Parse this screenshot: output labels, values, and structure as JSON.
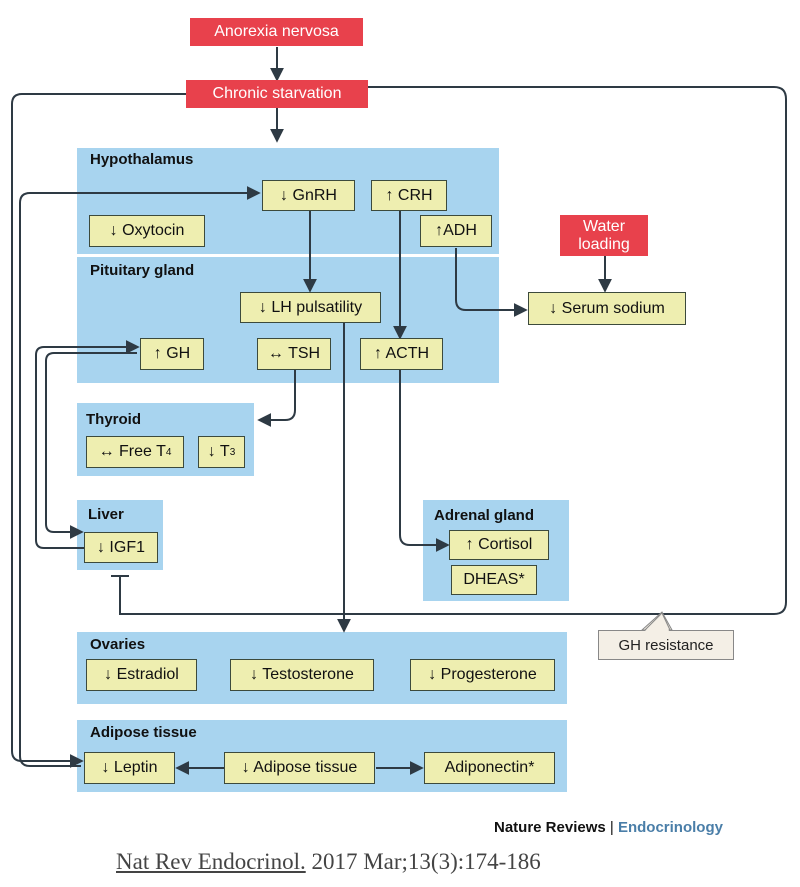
{
  "inputs": {
    "anorexia": "Anorexia nervosa",
    "starvation": "Chronic starvation",
    "water_loading": [
      "Water",
      "loading"
    ]
  },
  "regions": {
    "hypothalamus": "Hypothalamus",
    "pituitary": "Pituitary gland",
    "thyroid": "Thyroid",
    "liver": "Liver",
    "adrenal": "Adrenal gland",
    "ovaries": "Ovaries",
    "adipose": "Adipose tissue"
  },
  "nodes": {
    "gnrh": "↓ GnRH",
    "crh": "↑ CRH",
    "oxytocin": "↓ Oxytocin",
    "adh": "↑ADH",
    "serum_sodium": "↓ Serum sodium",
    "lh": "↓ LH pulsatility",
    "gh": "↑ GH",
    "tsh": "↔ TSH",
    "acth": "↑ ACTH",
    "free_t4": "↔ Free T",
    "free_t4_sub": "4",
    "t3": "↓ T",
    "t3_sub": "3",
    "igf1": "↓ IGF1",
    "cortisol": "↑ Cortisol",
    "dheas": "DHEAS*",
    "estradiol": "↓ Estradiol",
    "testosterone": "↓ Testosterone",
    "progesterone": "↓ Progesterone",
    "leptin": "↓ Leptin",
    "adipose_tissue": "↓ Adipose tissue",
    "adiponectin": "Adiponectin*"
  },
  "callout": "GH resistance",
  "footer": {
    "journal_brand": "Nature Reviews",
    "separator": " | ",
    "journal_section": "Endocrinology",
    "citation_journal": "Nat Rev Endocrinol.",
    "citation_rest": " 2017 Mar;13(3):174-186"
  },
  "colors": {
    "region_blue": "#a8d4ef",
    "node_yellow": "#eeeeb0",
    "input_red": "#e8414c",
    "line": "#2e3a44"
  }
}
